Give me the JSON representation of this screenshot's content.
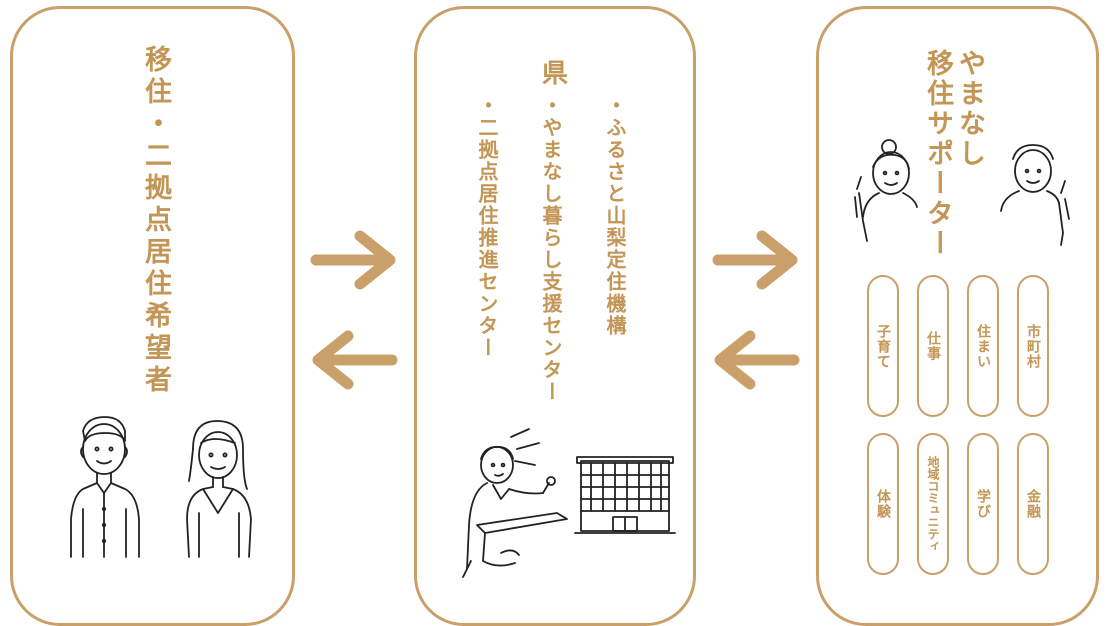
{
  "panels": {
    "seeker": {
      "title": "移住・二拠点居住希望者"
    },
    "prefecture": {
      "title": "県",
      "orgs": [
        "・ふるさと山梨定住機構",
        "・やまなし暮らし支援センター",
        "・二拠点居住推進センター"
      ]
    },
    "supporters": {
      "title_line1": "やまなし",
      "title_line2": "移住サポーター",
      "categories_top": [
        "市町村",
        "住まい",
        "仕事",
        "子育て"
      ],
      "categories_bottom": [
        "金融",
        "学び",
        "地域コミュニティ",
        "体験"
      ]
    }
  },
  "arrows": [
    "right-arrow",
    "left-arrow",
    "right-arrow",
    "left-arrow"
  ],
  "colors": {
    "accent": "#c9a06a",
    "text": "#c39656",
    "line_art": "#222222"
  }
}
